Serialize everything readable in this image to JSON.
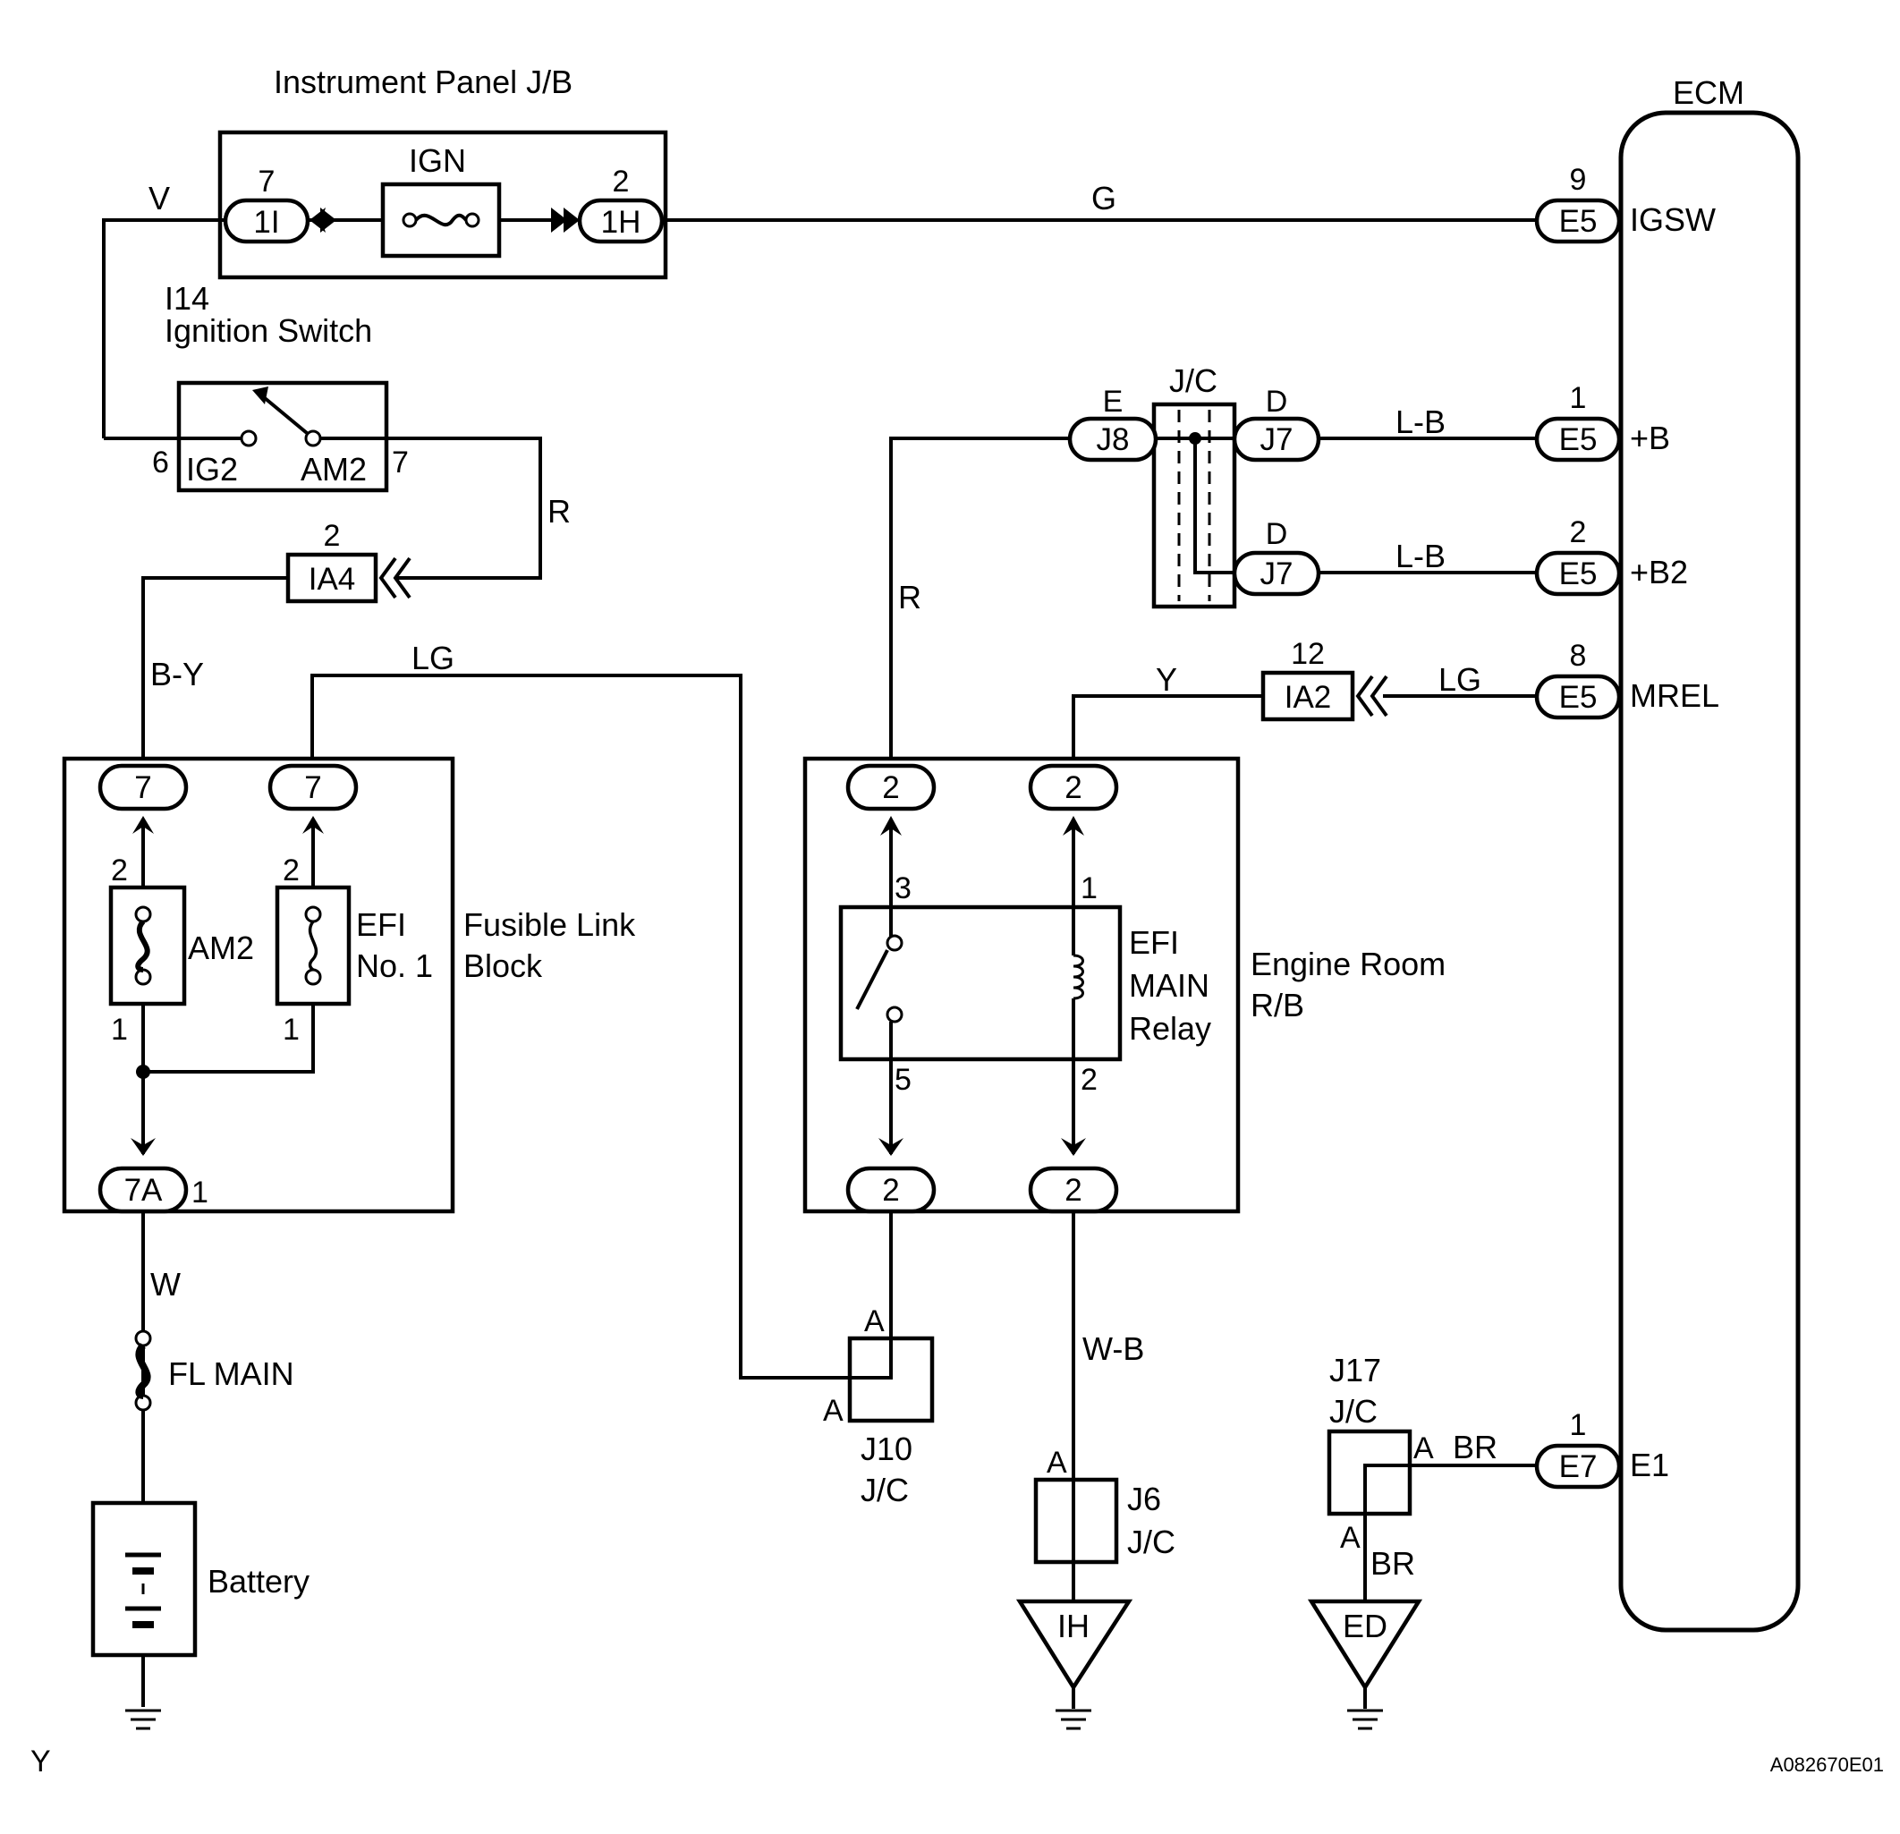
{
  "jb": {
    "title": "Instrument Panel J/B",
    "ign": "IGN",
    "pin_left_num": "7",
    "pin_left": "1I",
    "pin_right_num": "2",
    "pin_right": "1H"
  },
  "wires": {
    "v": "V",
    "g": "G",
    "r1": "R",
    "by": "B-Y",
    "lg1": "LG",
    "r2": "R",
    "lb1": "L-B",
    "lb2": "L-B",
    "y1": "Y",
    "lg2": "LG",
    "w": "W",
    "wb": "W-B",
    "br1": "BR",
    "br2": "BR"
  },
  "ignsw": {
    "code": "I14",
    "name": "Ignition Switch",
    "ig2": "IG2",
    "am2": "AM2",
    "pin6": "6",
    "pin7": "7"
  },
  "ia4": {
    "label": "IA4",
    "pin": "2"
  },
  "flb": {
    "name_line1": "Fusible Link",
    "name_line2": "Block",
    "c1": "7",
    "c2": "7",
    "am2": "AM2",
    "efi1": "EFI",
    "efi2": "No. 1",
    "f1_top": "2",
    "f1_bot": "1",
    "f2_top": "2",
    "f2_bot": "1",
    "out": "7A",
    "out_pin": "1"
  },
  "fl_main": "FL MAIN",
  "battery": "Battery",
  "jc": {
    "label": "J/C",
    "e": "E",
    "j8": "J8",
    "d1": "D",
    "j7a": "J7",
    "d2": "D",
    "j7b": "J7"
  },
  "ia2": {
    "label": "IA2",
    "pin": "12"
  },
  "erb": {
    "name_line1": "Engine Room",
    "name_line2": "R/B",
    "c_tl": "2",
    "c_tr": "2",
    "c_bl": "2",
    "c_br": "2",
    "p3": "3",
    "p1": "1",
    "p5": "5",
    "p2": "2",
    "relay1": "EFI",
    "relay2": "MAIN",
    "relay3": "Relay"
  },
  "j10": {
    "name": "J10",
    "sub": "J/C",
    "a1": "A",
    "a2": "A"
  },
  "j6": {
    "name": "J6",
    "sub": "J/C",
    "a": "A"
  },
  "j17": {
    "name": "J17",
    "sub": "J/C",
    "a1": "A",
    "a2": "A"
  },
  "grounds": {
    "ih": "IH",
    "ed": "ED"
  },
  "ecm": {
    "title": "ECM",
    "pins": [
      {
        "num": "9",
        "conn": "E5",
        "sig": "IGSW"
      },
      {
        "num": "1",
        "conn": "E5",
        "sig": "+B"
      },
      {
        "num": "2",
        "conn": "E5",
        "sig": "+B2"
      },
      {
        "num": "8",
        "conn": "E5",
        "sig": "MREL"
      },
      {
        "num": "1",
        "conn": "E7",
        "sig": "E1"
      }
    ]
  },
  "footer": {
    "left": "Y",
    "right": "A082670E01"
  }
}
